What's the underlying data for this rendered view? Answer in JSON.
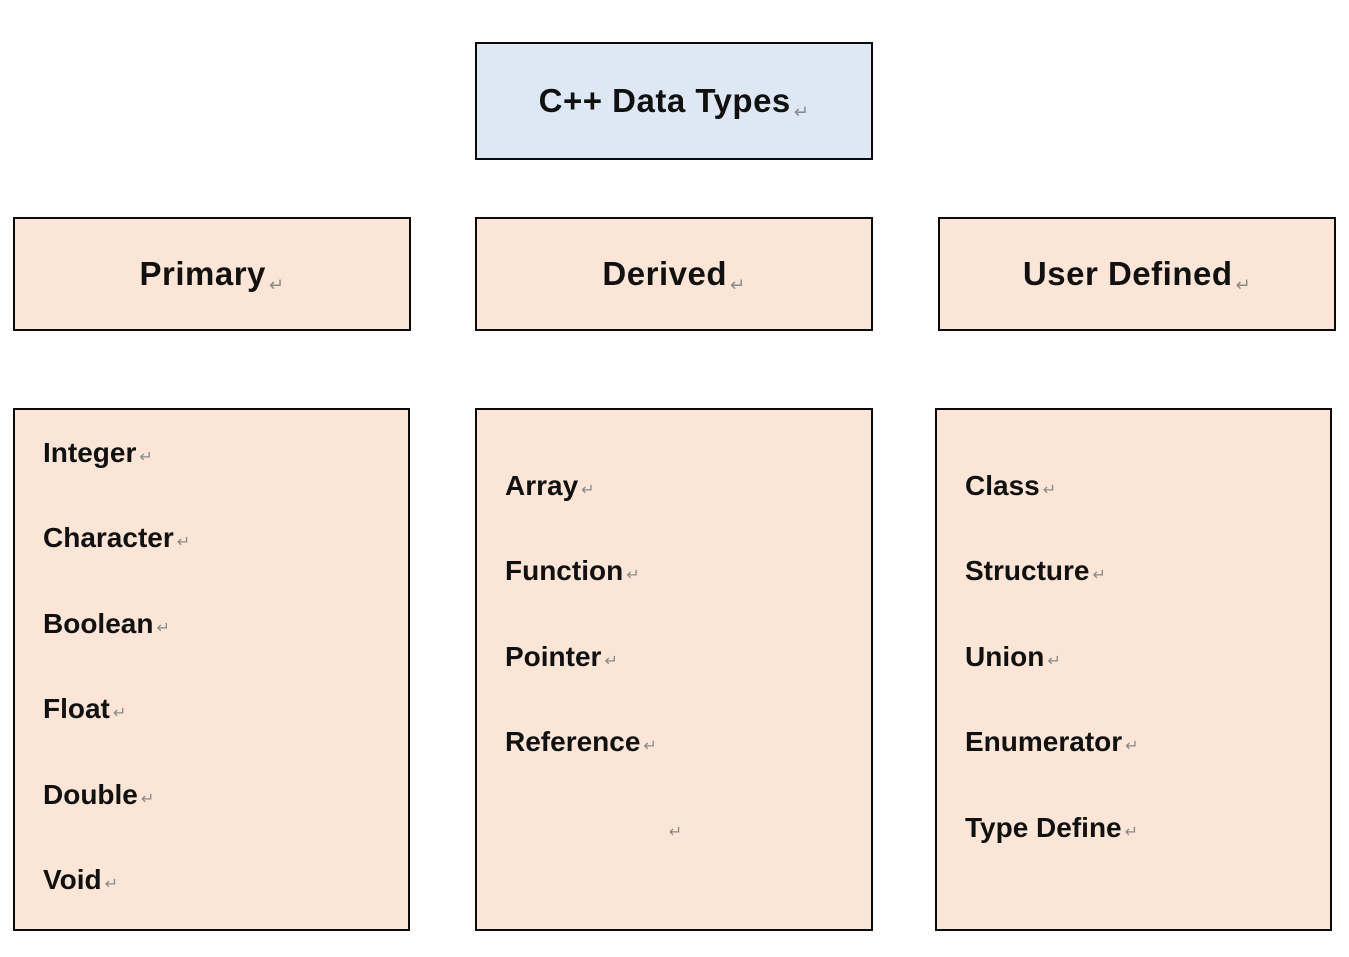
{
  "diagram": {
    "title": "C++ Data Types",
    "paragraph_mark": "↵",
    "colors": {
      "title_bg": "#dde8f4",
      "category_bg": "#fbe5d6",
      "border": "#0a0a0a",
      "text": "#111111",
      "mark": "#8a8a8a"
    },
    "columns": [
      {
        "header": "Primary",
        "items": [
          "Integer",
          "Character",
          "Boolean",
          "Float",
          "Double",
          "Void"
        ]
      },
      {
        "header": "Derived",
        "items": [
          "Array",
          "Function",
          "Pointer",
          "Reference"
        ]
      },
      {
        "header": "User Defined",
        "items": [
          "Class",
          "Structure",
          "Union",
          "Enumerator",
          "Type Define"
        ]
      }
    ]
  }
}
